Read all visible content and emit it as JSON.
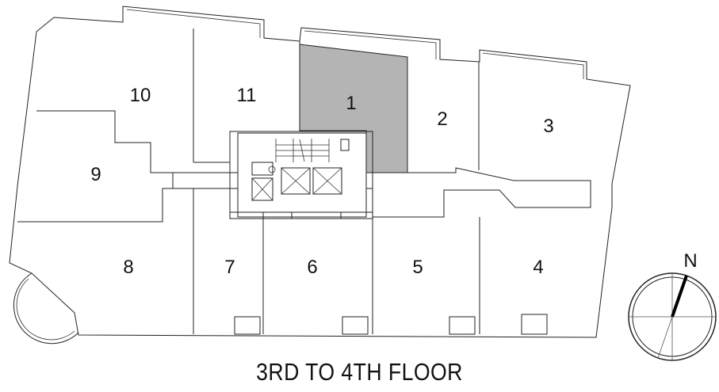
{
  "floor": {
    "title": "3RD TO 4TH FLOOR",
    "selected_unit": "1",
    "highlight_color": "#b4b4b4"
  },
  "units": [
    {
      "id": "1",
      "label": "1"
    },
    {
      "id": "2",
      "label": "2"
    },
    {
      "id": "3",
      "label": "3"
    },
    {
      "id": "4",
      "label": "4"
    },
    {
      "id": "5",
      "label": "5"
    },
    {
      "id": "6",
      "label": "6"
    },
    {
      "id": "7",
      "label": "7"
    },
    {
      "id": "8",
      "label": "8"
    },
    {
      "id": "9",
      "label": "9"
    },
    {
      "id": "10",
      "label": "10"
    },
    {
      "id": "11",
      "label": "11"
    }
  ],
  "compass": {
    "north_label": "N",
    "icon": "north-arrow-icon"
  }
}
